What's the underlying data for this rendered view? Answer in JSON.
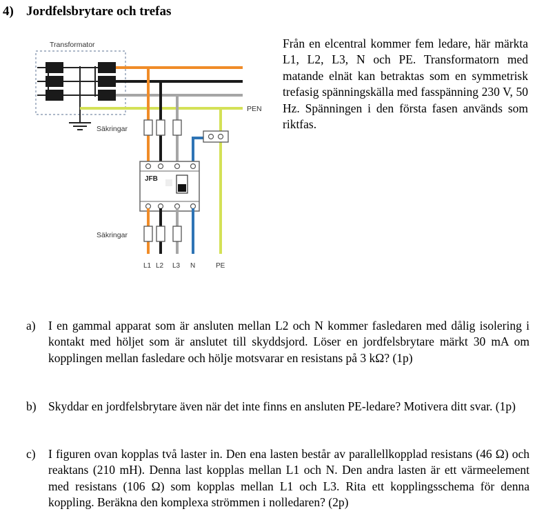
{
  "heading": {
    "number": "4)",
    "title": "Jordfelsbrytare och trefas"
  },
  "intro": "Från en elcentral kommer fem ledare, här märkta L1, L2, L3, N och PE. Transformatorn med matande elnät kan betraktas som en symmetrisk trefasig spänningskälla med fasspänning 230 V, 50 Hz. Spänningen i den första fasen används som riktfas.",
  "diagram": {
    "transformer_label": "Transformator",
    "fuses_top_label": "Säkringar",
    "fuses_bottom_label": "Säkringar",
    "pen_label": "PEN",
    "rcd_label": "JFB",
    "terminal_labels": [
      "L1",
      "L2",
      "L3",
      "N",
      "PE"
    ],
    "colors": {
      "L1": "#f08c28",
      "L2": "#1a1a1a",
      "L3": "#a6a6a6",
      "N": "#2e74b5",
      "PEN": "#d4e157",
      "PE": "#d4e157"
    }
  },
  "questions": [
    {
      "letter": "a)",
      "text": "I en gammal apparat som är ansluten mellan L2 och N kommer fasledaren med dålig isolering i kontakt med höljet som är anslutet till skyddsjord. Löser en jordfelsbrytare märkt 30 mA om kopplingen mellan fasledare och hölje motsvarar en resistans på 3 kΩ? (1p)"
    },
    {
      "letter": "b)",
      "text": "Skyddar en jordfelsbrytare även när det inte finns en ansluten PE-ledare? Motivera ditt svar. (1p)"
    },
    {
      "letter": "c)",
      "text": "I figuren ovan kopplas två laster in. Den ena lasten består av parallellkopplad resistans (46 Ω) och reaktans (210 mH). Denna last kopplas mellan L1 och N. Den andra lasten är ett värmeelement med resistans (106 Ω) som kopplas mellan L1 och L3. Rita ett kopplingsschema för denna koppling. Beräkna den komplexa strömmen i nolledaren? (2p)"
    }
  ]
}
